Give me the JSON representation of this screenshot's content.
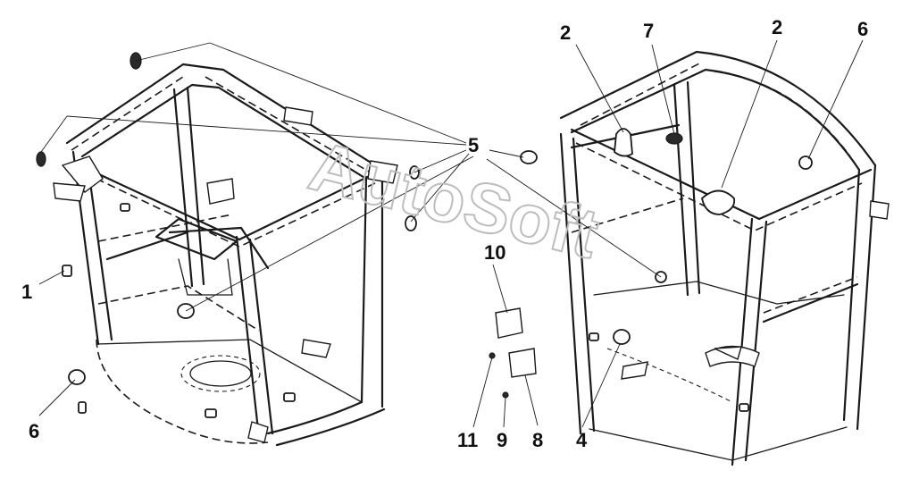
{
  "watermark": "AutoSoft",
  "callouts": [
    {
      "id": "left-1",
      "label": "1"
    },
    {
      "id": "left-6",
      "label": "6"
    },
    {
      "id": "center-5",
      "label": "5"
    },
    {
      "id": "top-2a",
      "label": "2"
    },
    {
      "id": "top-7",
      "label": "7"
    },
    {
      "id": "top-2b",
      "label": "2"
    },
    {
      "id": "top-6",
      "label": "6"
    },
    {
      "id": "mid-10",
      "label": "10"
    },
    {
      "id": "bottom-11",
      "label": "11"
    },
    {
      "id": "bottom-9",
      "label": "9"
    },
    {
      "id": "bottom-8",
      "label": "8"
    },
    {
      "id": "bottom-4",
      "label": "4"
    }
  ]
}
